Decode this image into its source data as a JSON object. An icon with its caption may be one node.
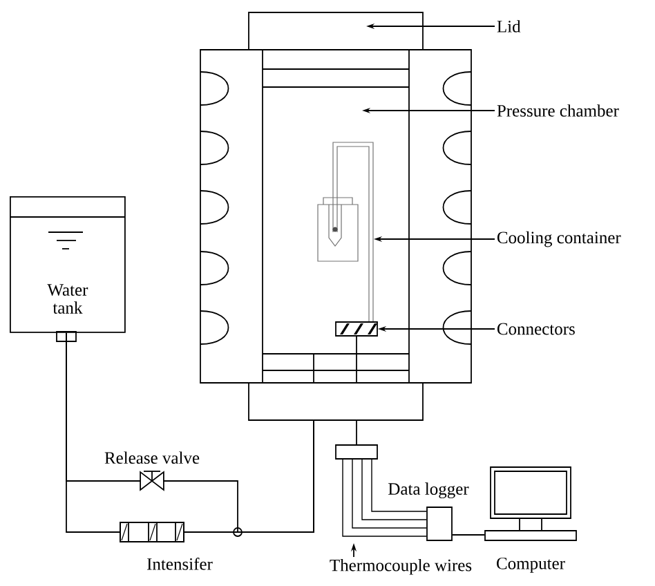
{
  "diagram": {
    "nodes": [
      {
        "text": [
          "Lid"
        ]
      },
      {
        "text": [
          "Pressure chamber"
        ]
      },
      {
        "text": [
          "Water tank"
        ]
      },
      {
        "text": [
          "Cooling container"
        ]
      },
      {
        "text": [
          "Connectors"
        ]
      },
      {
        "text": [],
        "shape": "box"
      },
      {
        "text": [],
        "shape": "valve",
        "beside": [
          "Release valve"
        ]
      },
      {
        "text": [],
        "shape": "cylinder",
        "beside": [
          "Intensifer"
        ]
      },
      {
        "text": [],
        "shape": "box"
      },
      {
        "text": [],
        "shape": "box",
        "beside": [
          "Data logger"
        ]
      },
      {
        "text": [
          "Thermocouple wires"
        ]
      },
      {
        "text": [],
        "shape": "picture",
        "beside": [
          "Computer"
        ]
      },
      {
        "text": [],
        "shape": "picture"
      },
      {
        "text": [],
        "shape": "box"
      }
    ],
    "edges": [
      {
        "from": 0,
        "to": null,
        "arrow": "to"
      },
      {
        "from": 1,
        "to": null,
        "arrow": "to"
      },
      {
        "from": 3,
        "to": 12,
        "arrow": "to"
      },
      {
        "from": 4,
        "to": 13,
        "arrow": "to"
      },
      {
        "from": 10,
        "to": null,
        "arrow": "to"
      },
      {
        "from": 2,
        "to": 6,
        "arrow": "none"
      },
      {
        "from": 2,
        "to": 7,
        "arrow": "none"
      },
      {
        "from": 6,
        "to": 5,
        "arrow": "none"
      },
      {
        "from": 7,
        "to": 5,
        "arrow": "none"
      },
      {
        "from": 13,
        "to": 5,
        "arrow": "none"
      },
      {
        "from": 8,
        "to": 9,
        "arrow": "none"
      },
      {
        "from": 8,
        "to": 9,
        "arrow": "none"
      },
      {
        "from": 8,
        "to": 9,
        "arrow": "none"
      },
      {
        "from": 8,
        "to": 9,
        "arrow": "none"
      },
      {
        "from": 9,
        "to": 11,
        "arrow": "none"
      },
      {
        "from": 5,
        "to": 8,
        "arrow": "none"
      }
    ]
  }
}
